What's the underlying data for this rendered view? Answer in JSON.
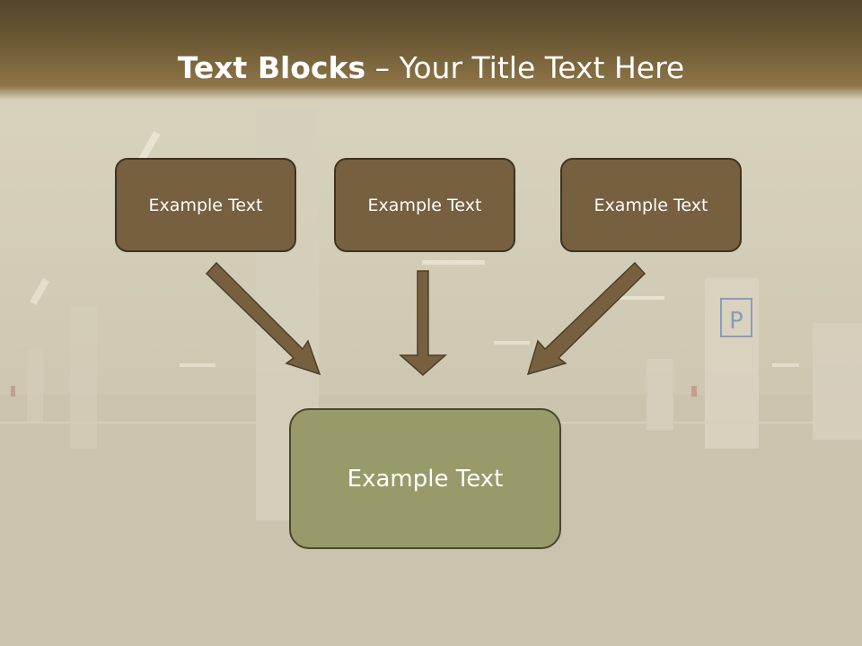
{
  "title": {
    "bold": "Text Blocks",
    "rest": " – Your Title Text Here"
  },
  "boxes": {
    "top": [
      "Example Text",
      "Example Text",
      "Example Text"
    ],
    "target": "Example Text"
  },
  "colors": {
    "header": "#6e5a35",
    "box_fill": "#766040",
    "box_border": "#3e3322",
    "target_fill": "#999a69",
    "arrow_fill": "#766040"
  }
}
